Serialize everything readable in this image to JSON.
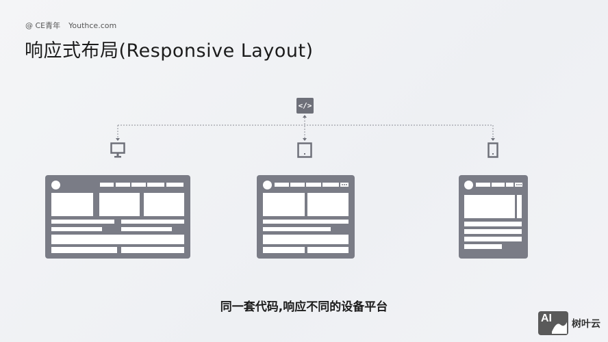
{
  "header": {
    "credit_symbol": "@",
    "credit_name": "CE青年",
    "credit_site": "Youthce.com",
    "title": "响应式布局(Responsive Layout)"
  },
  "diagram": {
    "source_icon": "code-icon",
    "source_label": "</>",
    "targets": [
      {
        "device": "desktop",
        "icon": "monitor-icon"
      },
      {
        "device": "tablet",
        "icon": "tablet-icon"
      },
      {
        "device": "mobile",
        "icon": "phone-icon"
      }
    ],
    "connector_style": "dotted-arrows",
    "mock_color": "#7a7c86"
  },
  "caption": "同一套代码,响应不同的设备平台",
  "brand": {
    "logo_text": "AI",
    "name": "树叶云"
  }
}
